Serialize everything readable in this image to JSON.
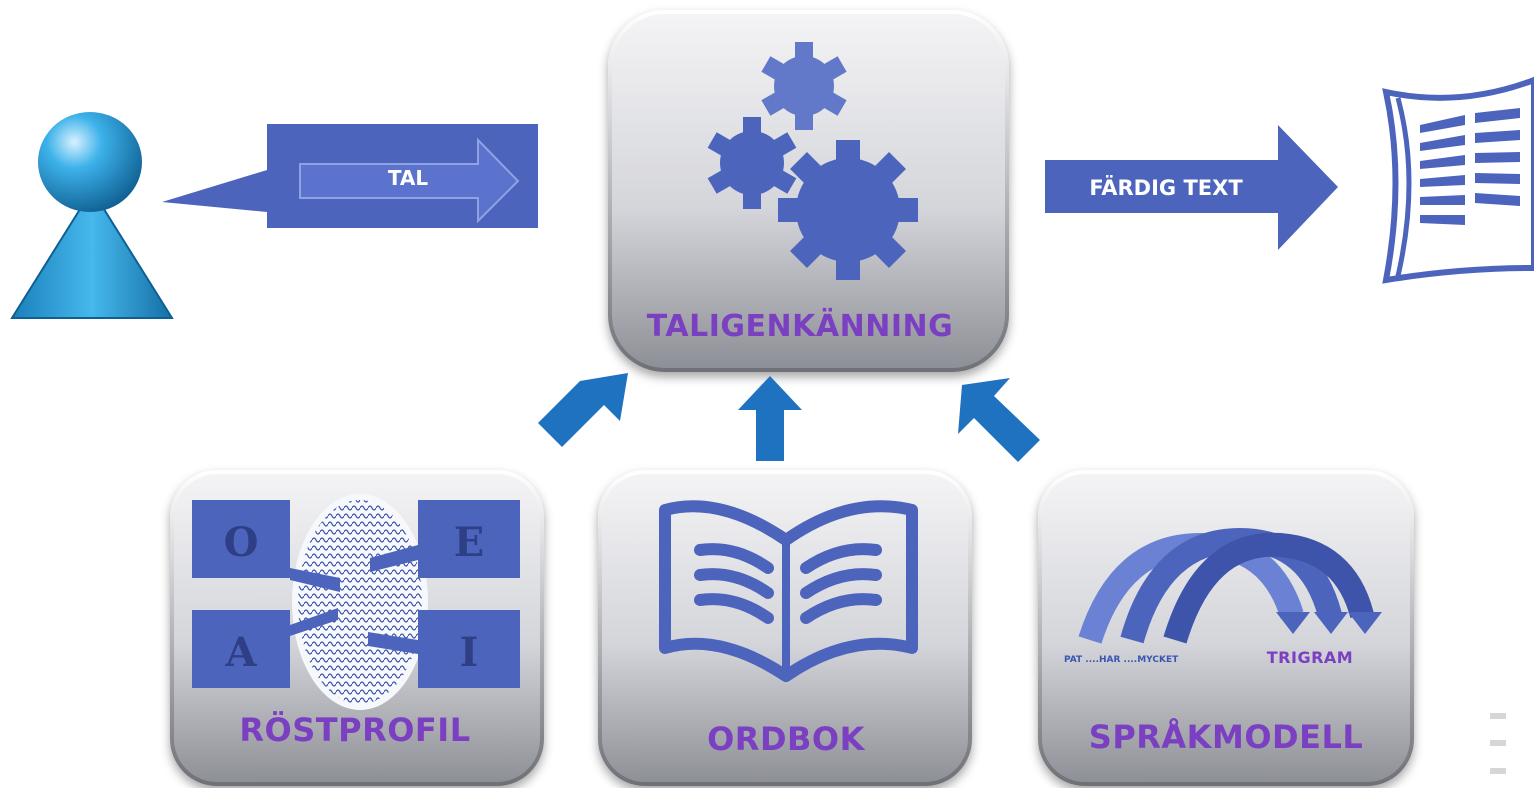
{
  "input_label": "TAL",
  "output_label": "FÄRDIG TEXT",
  "center": {
    "label": "TALIGENKÄNNING"
  },
  "tiles": [
    {
      "label": "RÖSTPROFIL",
      "letters": [
        "O",
        "E",
        "A",
        "I"
      ]
    },
    {
      "label": "ORDBOK"
    },
    {
      "label": "SPRÅKMODELL",
      "words": "PAT ....HAR ....MYCKET",
      "trigram": "TRIGRAM"
    }
  ],
  "colors": {
    "accent_blue": "#4d64bd",
    "arrow_blue": "#1f72bf",
    "person_blue": "#2a9ed8",
    "label_purple": "#7b3fc2"
  }
}
